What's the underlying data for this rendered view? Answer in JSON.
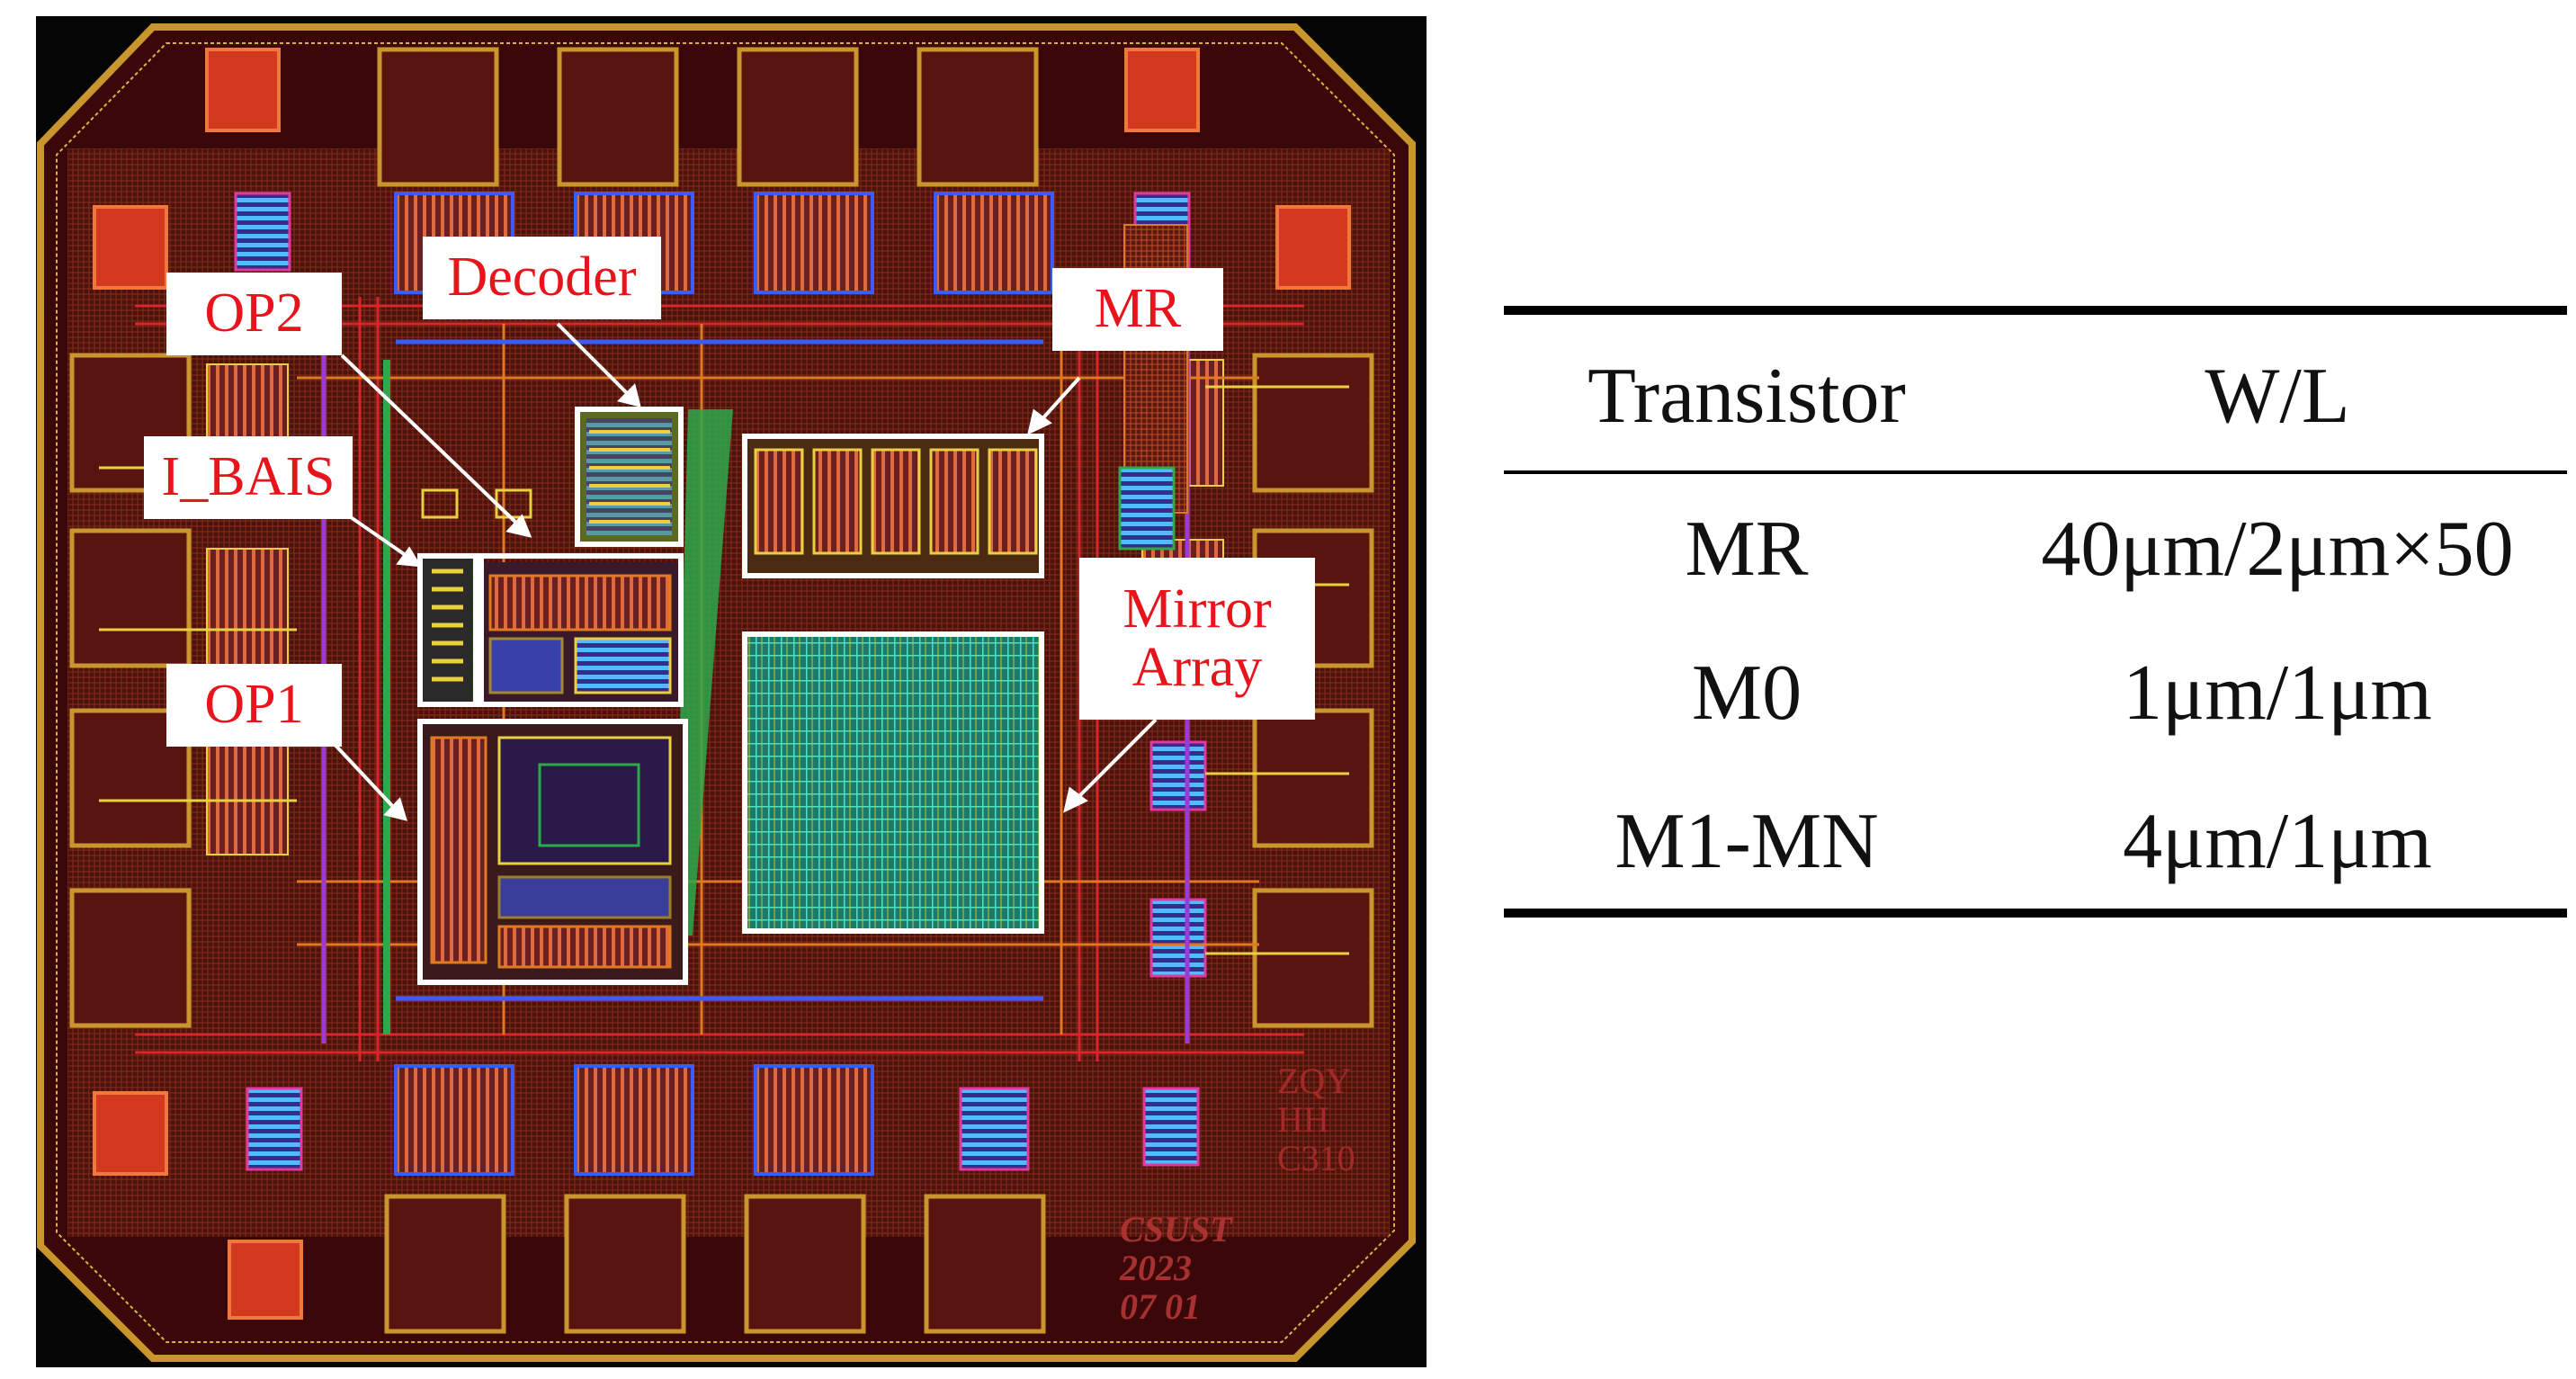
{
  "chip": {
    "labels": {
      "decoder": "Decoder",
      "op2": "OP2",
      "mr": "MR",
      "i_bais": "I_BAIS",
      "mirror_array": "Mirror\nArray",
      "op1": "OP1"
    },
    "marks": {
      "id": "ZQY\nHH\nC310",
      "org": "CSUST\n2023\n07 01"
    }
  },
  "table": {
    "headers": [
      "Transistor",
      "W/L"
    ],
    "rows": [
      {
        "transistor": "MR",
        "wl": "40μm/2μm×50"
      },
      {
        "transistor": "M0",
        "wl": "1μm/1μm"
      },
      {
        "transistor": "M1-MN",
        "wl": "4μm/1μm"
      }
    ]
  },
  "colors": {
    "die_background": "#3a0808",
    "pad": "#5a1410",
    "pad_border": "#c9962e",
    "metal_red": "#d8262a",
    "metal_orange": "#e07a20",
    "metal_yellow": "#e8d040",
    "metal_green": "#2ea84a",
    "metal_cyan": "#3fc8c8",
    "metal_blue": "#3a5cff",
    "metal_purple": "#9a3ad8",
    "label_text": "#e8141b",
    "highlight_box": "#ffffff"
  }
}
